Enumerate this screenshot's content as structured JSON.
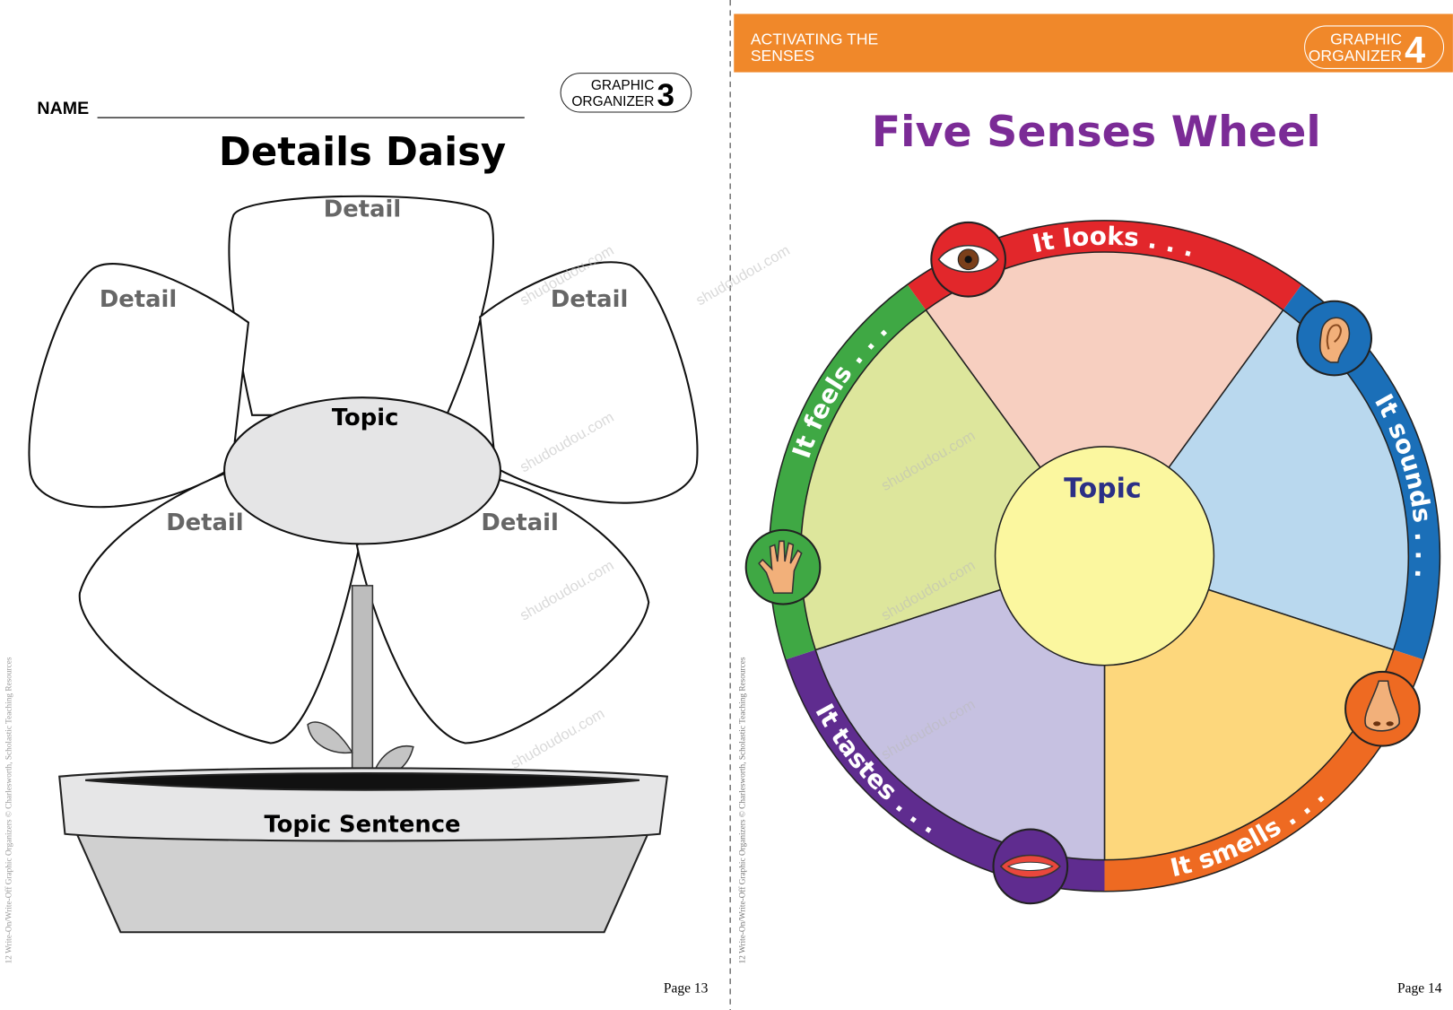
{
  "left_page": {
    "name_label": "NAME",
    "badge": {
      "line1": "GRAPHIC",
      "line2": "ORGANIZER",
      "number": "3"
    },
    "title": "Details Daisy",
    "petals": [
      "Detail",
      "Detail",
      "Detail",
      "Detail",
      "Detail"
    ],
    "center_label": "Topic",
    "pot_label": "Topic Sentence",
    "side_credit": "12 Write-On/Write-Off Graphic Organizers © Charlesworth, Scholastic Teaching Resources",
    "page_number": "Page 13"
  },
  "right_page": {
    "banner": {
      "line1": "ACTIVATING THE",
      "line2": "SENSES"
    },
    "badge": {
      "line1": "GRAPHIC",
      "line2": "ORGANIZER",
      "number": "4"
    },
    "title": "Five Senses Wheel",
    "center_label": "Topic",
    "senses": [
      {
        "label": "It looks . . .",
        "icon": "eye-icon",
        "ring_color": "#e2272b",
        "wedge_color": "#f7cfc0"
      },
      {
        "label": "It sounds . . .",
        "icon": "ear-icon",
        "ring_color": "#1b6fb8",
        "wedge_color": "#b9d8ee"
      },
      {
        "label": "It smells . . .",
        "icon": "nose-icon",
        "ring_color": "#ee6a22",
        "wedge_color": "#fdd77c"
      },
      {
        "label": "It tastes . . .",
        "icon": "mouth-icon",
        "ring_color": "#5f2c8f",
        "wedge_color": "#c6c1e1"
      },
      {
        "label": "It feels . . .",
        "icon": "hand-icon",
        "ring_color": "#3fa844",
        "wedge_color": "#dde69c"
      }
    ],
    "side_credit": "12 Write-On/Write-Off Graphic Organizers © Charlesworth, Scholastic Teaching Resources",
    "page_number": "Page 14"
  },
  "colors": {
    "banner": "#f0882a",
    "title_purple": "#7b2b96",
    "topic_blue": "#2b2f86",
    "center_yellow": "#fbf79f"
  },
  "watermark": "shudoudou.com"
}
